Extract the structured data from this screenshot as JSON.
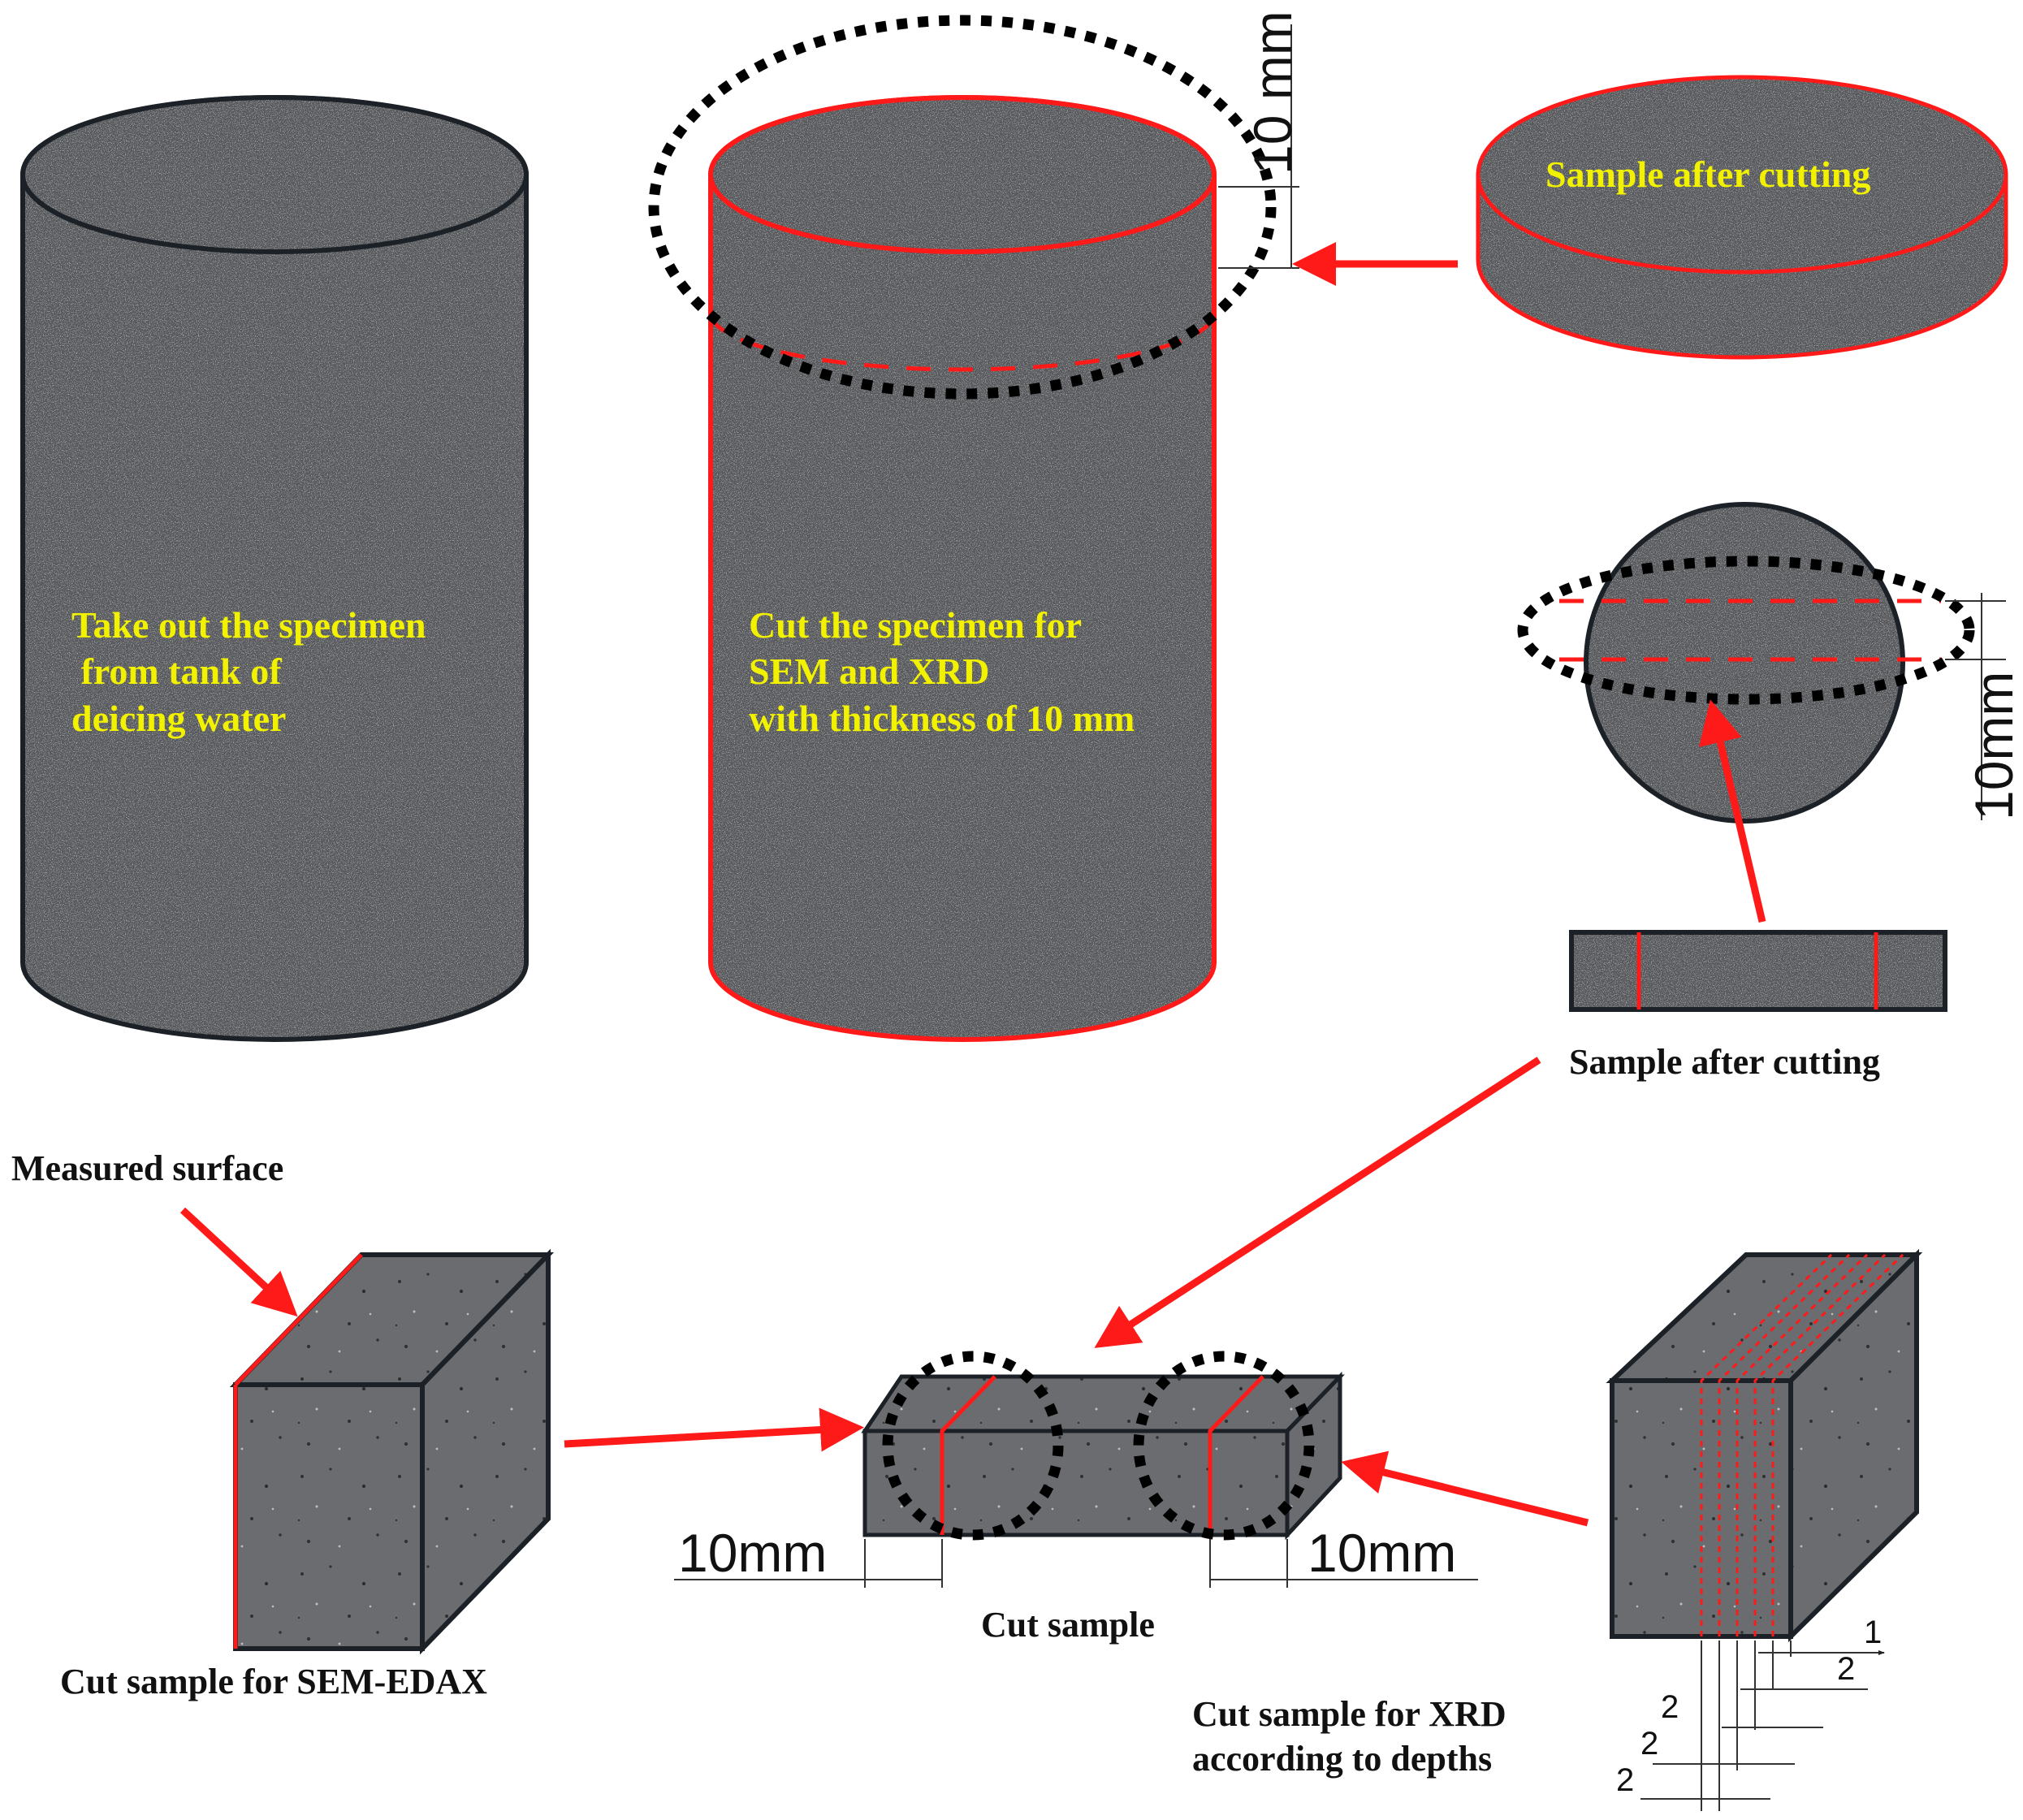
{
  "labels": {
    "step1_line1": "Take out the specimen",
    "step1_line2": " from tank of",
    "step1_line3": "deicing water",
    "step2_line1": "Cut the specimen for",
    "step2_line2": "SEM and XRD",
    "step2_line3": "with thickness of 10 mm",
    "disc_label": "Sample after cutting",
    "strip_label": "Sample after cutting",
    "measured_surface": "Measured surface",
    "sem_label": "Cut sample for SEM-EDAX",
    "cut_sample": "Cut sample",
    "xrd_line1": "Cut sample for XRD",
    "xrd_line2": "according to depths"
  },
  "dimensions": {
    "top_cut": "10 mm",
    "disc_strip": "10mm",
    "left_end": "10mm",
    "right_end": "10mm",
    "depth_1": "1",
    "depth_2": "2",
    "depth_3": "2",
    "depth_4": "2",
    "depth_5": "2"
  },
  "colors": {
    "highlight_red": "#ff1a1a",
    "label_yellow": "#f2f200",
    "concrete": "#5b5d60"
  }
}
